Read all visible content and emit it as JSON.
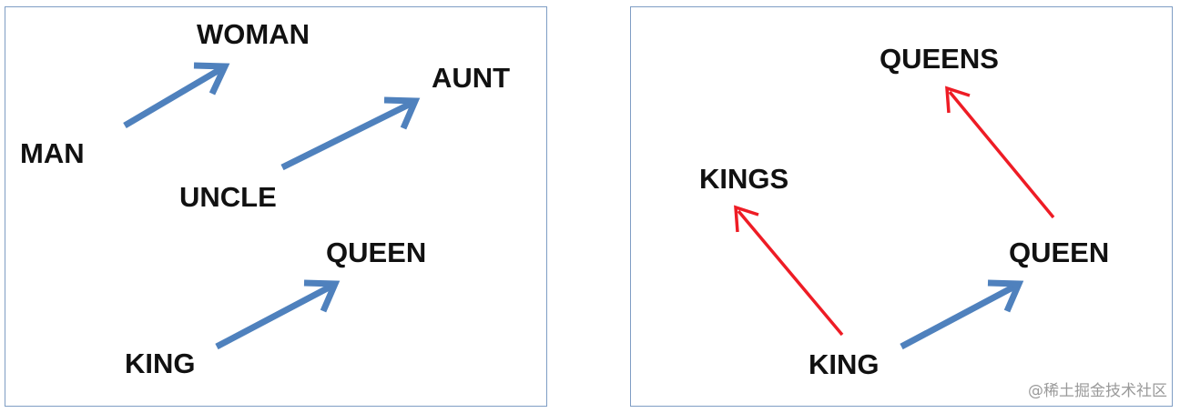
{
  "left_panel": {
    "words": {
      "woman": "WOMAN",
      "aunt": "AUNT",
      "man": "MAN",
      "uncle": "UNCLE",
      "queen": "QUEEN",
      "king": "KING"
    }
  },
  "right_panel": {
    "words": {
      "queens": "QUEENS",
      "kings": "KINGS",
      "queen": "QUEEN",
      "king": "KING"
    }
  },
  "colors": {
    "blue_arrow": "#4f81bd",
    "red_arrow": "#ee1c25",
    "panel_border": "#7f9dc4"
  },
  "watermark": "@稀土掘金技术社区"
}
